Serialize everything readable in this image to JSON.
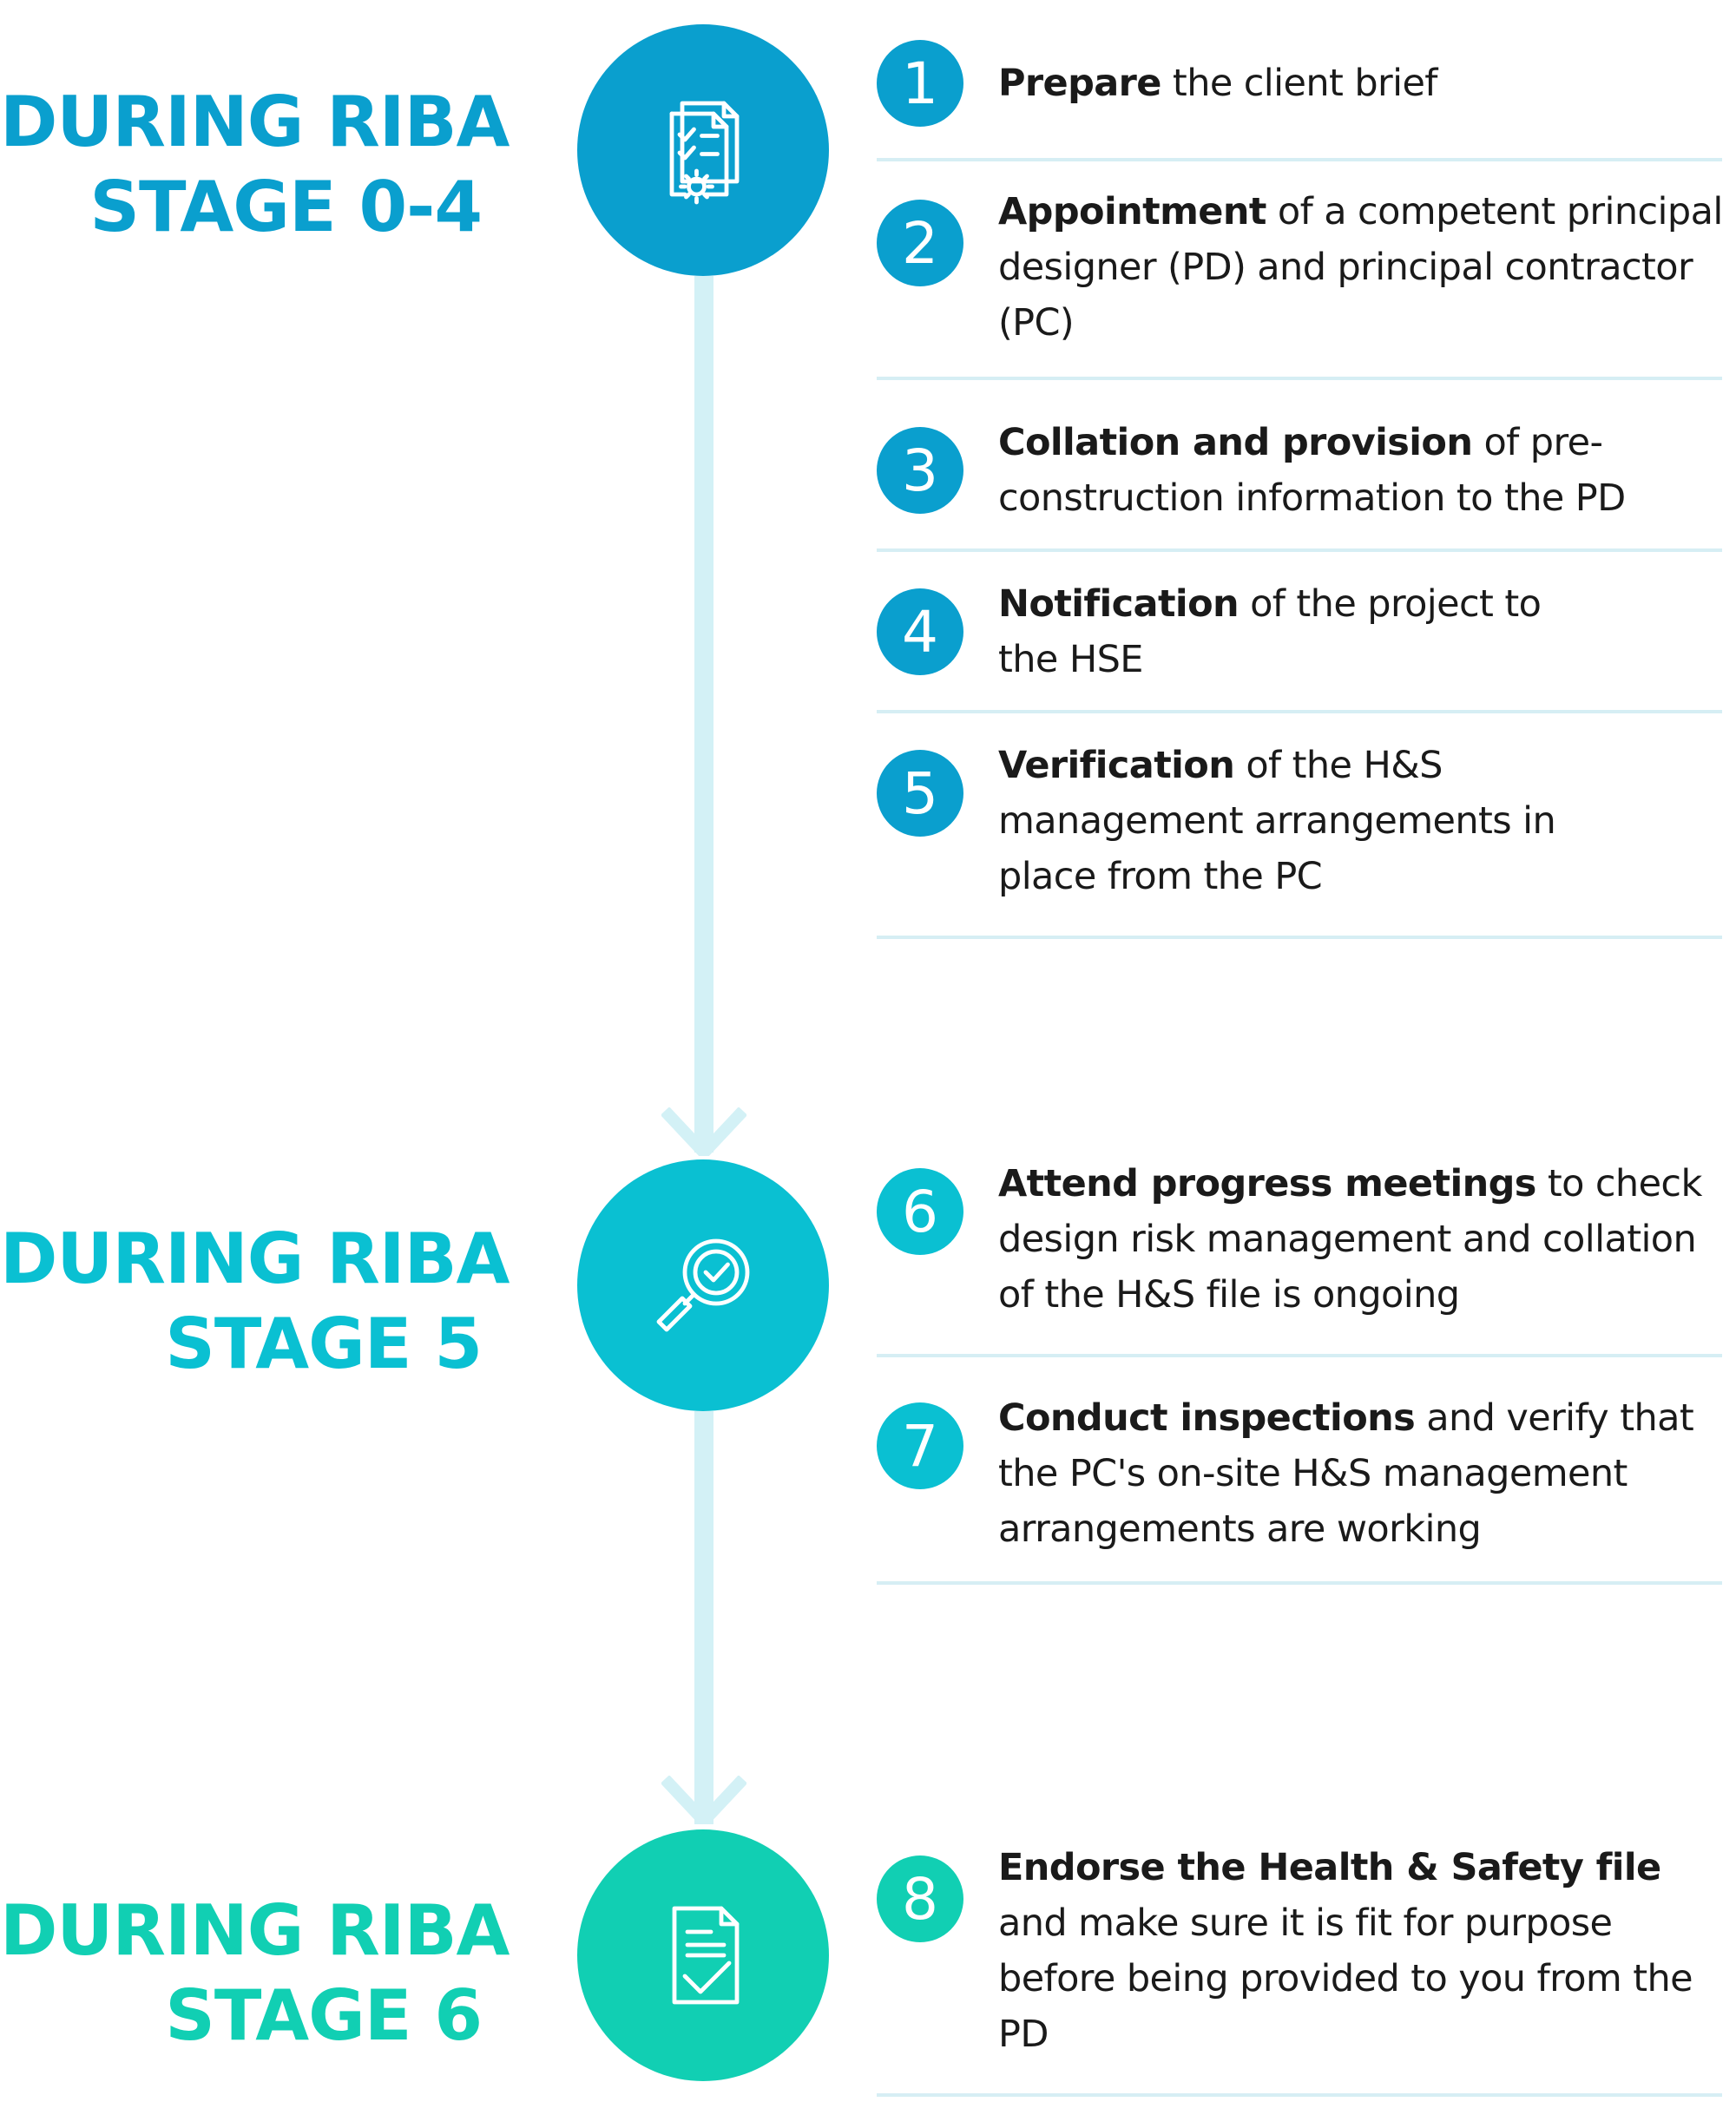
{
  "stages": [
    {
      "title_line1": "DURING RIBA",
      "title_line2": "STAGE 0-4",
      "color": "#0a9fce",
      "icon": "documents-gear-icon",
      "steps": [
        {
          "num": "1",
          "bold": "Prepare",
          "rest": " the client brief"
        },
        {
          "num": "2",
          "bold": "Appointment",
          "rest": " of a competent principal designer (PD) and principal contractor (PC)"
        },
        {
          "num": "3",
          "bold": "Collation and provision",
          "rest": " of pre-construction information to the PD"
        },
        {
          "num": "4",
          "bold": "Notification",
          "rest": " of the project to the HSE"
        },
        {
          "num": "5",
          "bold": "Verification",
          "rest": " of the H&S management arrangements in place from the PC"
        }
      ]
    },
    {
      "title_line1": "DURING RIBA",
      "title_line2": "STAGE 5",
      "color": "#0ac0d2",
      "icon": "magnifier-check-icon",
      "steps": [
        {
          "num": "6",
          "bold": "Attend progress meetings",
          "rest": " to check design risk management and collation of the H&S file is ongoing"
        },
        {
          "num": "7",
          "bold": "Conduct inspections",
          "rest": " and verify that the PC's on-site H&S management arrangements are working"
        }
      ]
    },
    {
      "title_line1": "DURING RIBA",
      "title_line2": "STAGE 6",
      "color": "#11cfb3",
      "icon": "document-check-icon",
      "steps": [
        {
          "num": "8",
          "bold": "Endorse the Health & Safety file",
          "rest": " and make sure it is fit for purpose before being provided to you from the PD"
        }
      ]
    }
  ]
}
